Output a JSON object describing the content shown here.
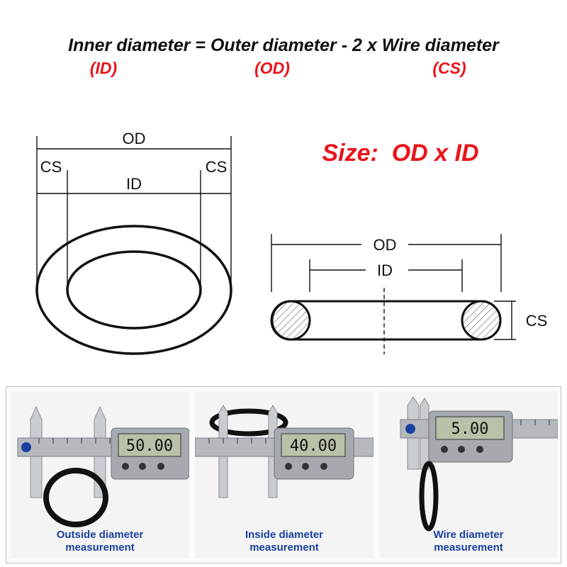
{
  "formula": {
    "text": "Inner diameter = Outer diameter - 2 x Wire diameter",
    "abbr_id": "(ID)",
    "abbr_od": "(OD)",
    "abbr_cs": "(CS)"
  },
  "size_label": "Size:  OD x ID",
  "ring_labels": {
    "od": "OD",
    "id": "ID",
    "cs_left": "CS",
    "cs_right": "CS"
  },
  "section_labels": {
    "od": "OD",
    "id": "ID",
    "cs": "CS"
  },
  "photos": [
    {
      "reading": "50.00",
      "caption_line1": "Outside diameter",
      "caption_line2": "measurement"
    },
    {
      "reading": "40.00",
      "caption_line1": "Inside diameter",
      "caption_line2": "measurement"
    },
    {
      "reading": "5.00",
      "caption_line1": "Wire diameter",
      "caption_line2": "measurement"
    }
  ],
  "colors": {
    "red": "#e8141b",
    "blue": "#1a3f9e",
    "ink": "#111111"
  }
}
